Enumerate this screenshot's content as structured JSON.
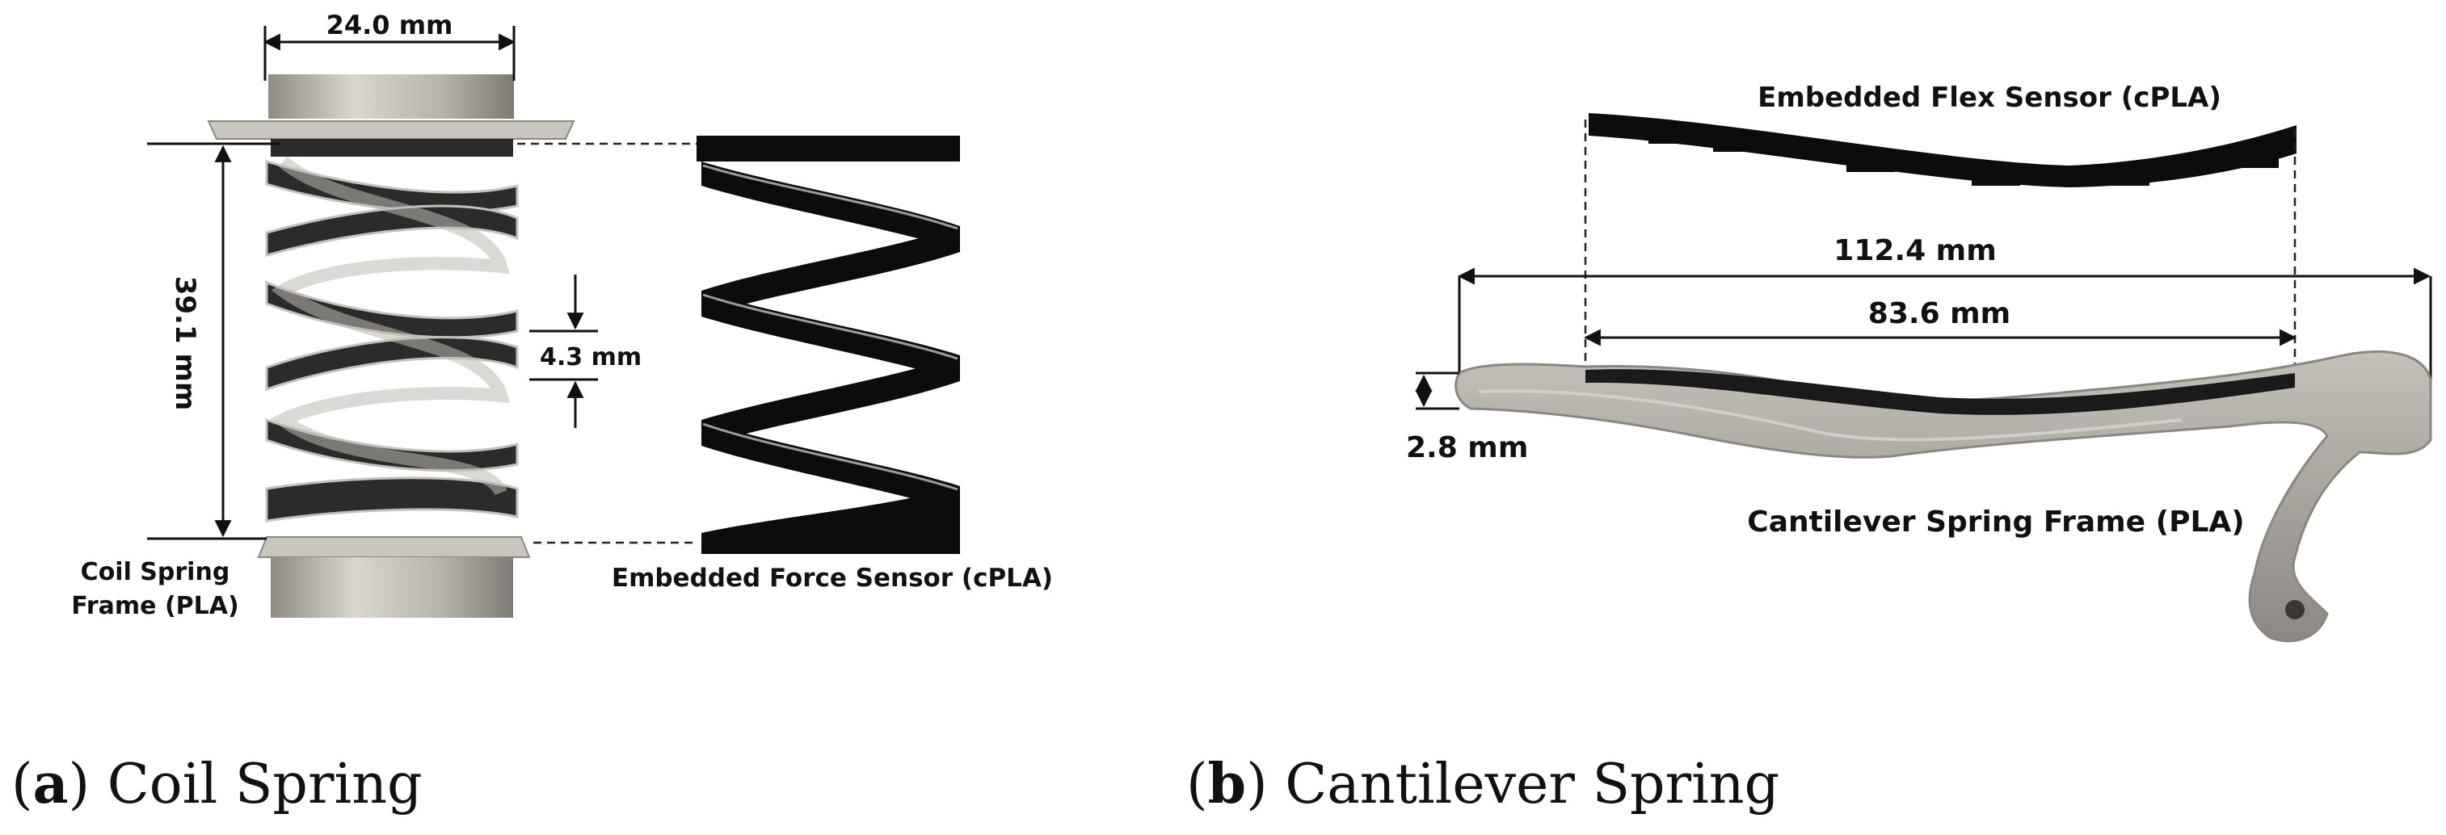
{
  "panel_a": {
    "caption_letter": "a",
    "caption_text": "Coil Spring",
    "width_label": "24.0 mm",
    "height_label": "39.1 mm",
    "pitch_label": "4.3 mm",
    "frame_label_line1": "Coil Spring",
    "frame_label_line2": "Frame (PLA)",
    "sensor_label": "Embedded Force Sensor (cPLA)"
  },
  "panel_b": {
    "caption_letter": "b",
    "caption_text": "Cantilever Spring",
    "sensor_label": "Embedded Flex Sensor (cPLA)",
    "length_total_label": "112.4 mm",
    "length_sensor_label": "83.6 mm",
    "thickness_label": "2.8 mm",
    "frame_label": "Cantilever Spring Frame (PLA)"
  },
  "colors": {
    "pla_gray": "#a9a6a0",
    "cpla_black": "#0c0c0c",
    "ink": "#111111"
  }
}
